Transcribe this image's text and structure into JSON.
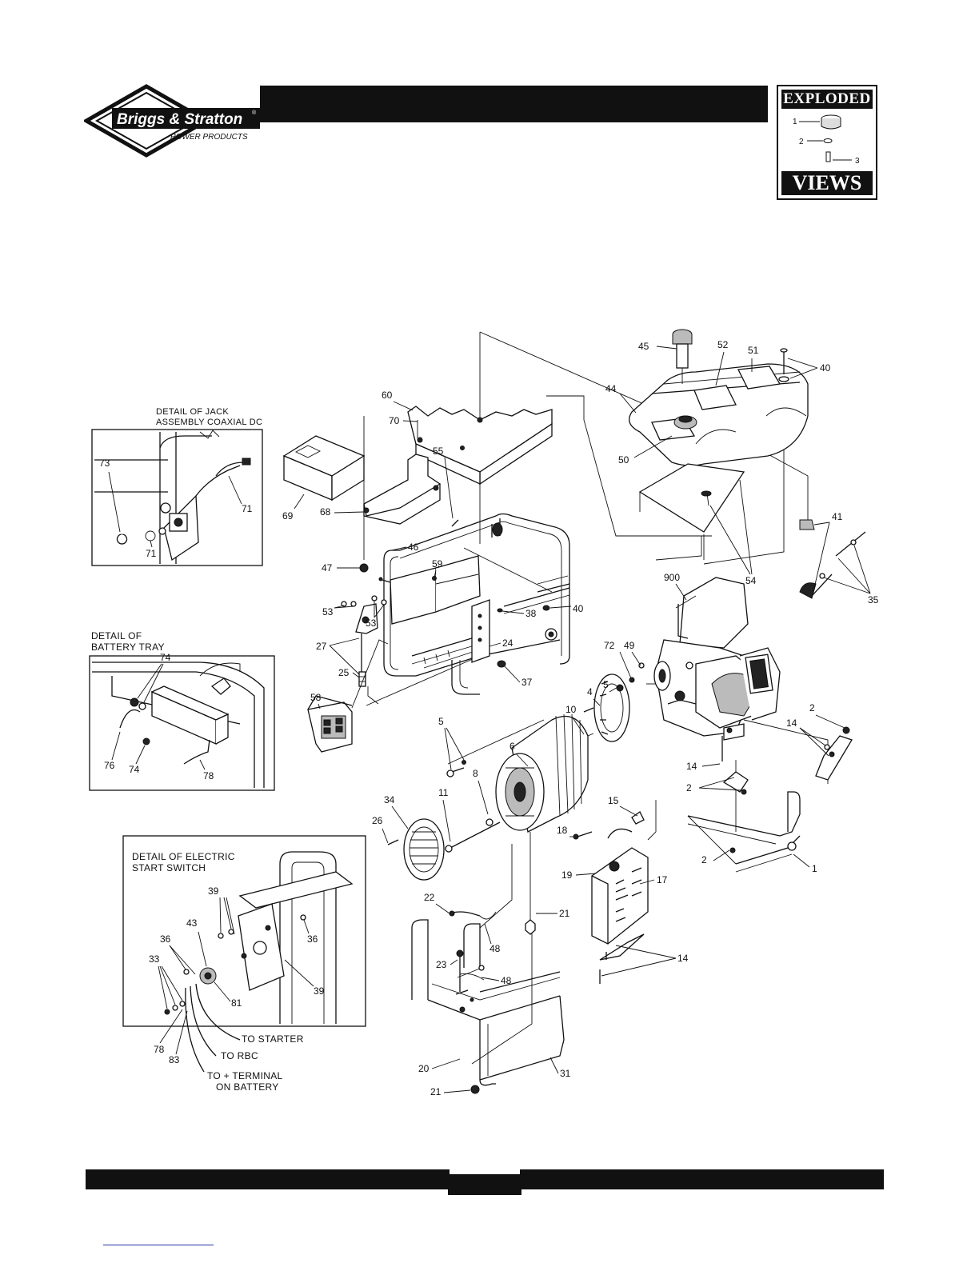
{
  "brand": {
    "name": "Briggs & Stratton",
    "registered": "®",
    "subtitle": "POWER PRODUCTS",
    "colors": {
      "ink": "#111111",
      "paper": "#ffffff"
    }
  },
  "badge": {
    "top_word": "EXPLODED",
    "bottom_word": "VIEWS",
    "mini_labels": [
      "1",
      "2",
      "3"
    ]
  },
  "details": {
    "jack": {
      "title_line1": "DETAIL OF JACK",
      "title_line2": "ASSEMBLY COAXIAL DC",
      "parts": [
        "73",
        "71",
        "71"
      ]
    },
    "battery_tray": {
      "title_line1": "DETAIL OF",
      "title_line2": "BATTERY TRAY",
      "parts": [
        "74",
        "76",
        "74",
        "78"
      ]
    },
    "electric_start": {
      "title_line1": "DETAIL OF ELECTRIC",
      "title_line2": "START SWITCH",
      "parts": [
        "39",
        "43",
        "36",
        "36",
        "33",
        "81",
        "39",
        "78",
        "83"
      ],
      "callouts": [
        "TO STARTER",
        "TO RBC",
        "TO + TERMINAL",
        "ON BATTERY"
      ]
    }
  },
  "part_numbers": {
    "p45": "45",
    "p52": "52",
    "p51": "51",
    "p40a": "40",
    "p44": "44",
    "p60": "60",
    "p70": "70",
    "p50": "50",
    "p69": "69",
    "p68": "68",
    "p55": "55",
    "p47": "47",
    "p46": "46",
    "p41": "41",
    "p54": "54",
    "p59": "59",
    "p40b": "40",
    "p35": "35",
    "p53a": "53",
    "p53b": "53",
    "p38": "38",
    "p27": "27",
    "p24": "24",
    "p900": "900",
    "p72": "72",
    "p49": "49",
    "p25": "25",
    "p37": "37",
    "p58": "58",
    "p5a": "5",
    "p10": "10",
    "p4": "4",
    "p2a": "2",
    "p5b": "5",
    "p6": "6",
    "p14a": "14",
    "p14b": "14",
    "p8": "8",
    "p34": "34",
    "p11": "11",
    "p2b": "2",
    "p26": "26",
    "p15": "15",
    "p18": "18",
    "p2c": "2",
    "p1": "1",
    "p19": "19",
    "p17": "17",
    "p22": "22",
    "p21a": "21",
    "p48a": "48",
    "p14c": "14",
    "p23": "23",
    "p48b": "48",
    "p20": "20",
    "p31": "31",
    "p21b": "21"
  }
}
